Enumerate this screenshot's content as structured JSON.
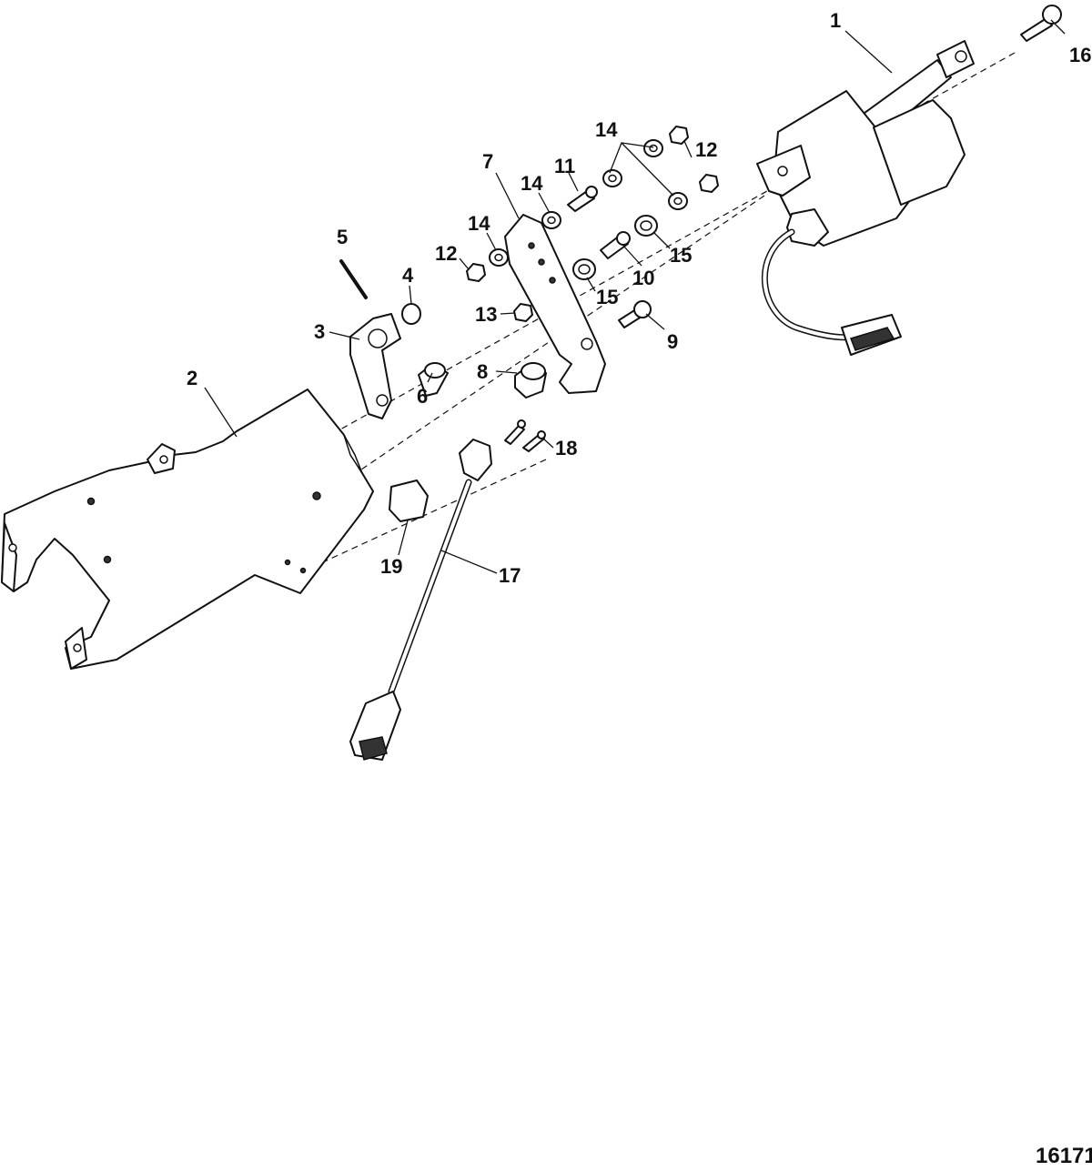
{
  "figure_number": "16171",
  "callouts": {
    "c1": "1",
    "c2": "2",
    "c3": "3",
    "c4": "4",
    "c5": "5",
    "c6": "6",
    "c7": "7",
    "c8": "8",
    "c9": "9",
    "c10": "10",
    "c11": "11",
    "c12a": "12",
    "c12b": "12",
    "c13": "13",
    "c14a": "14",
    "c14b": "14",
    "c14c": "14",
    "c15a": "15",
    "c15b": "15",
    "c16": "16",
    "c17": "17",
    "c18": "18",
    "c19": "19"
  },
  "colors": {
    "line": "#111111",
    "background": "#ffffff"
  }
}
